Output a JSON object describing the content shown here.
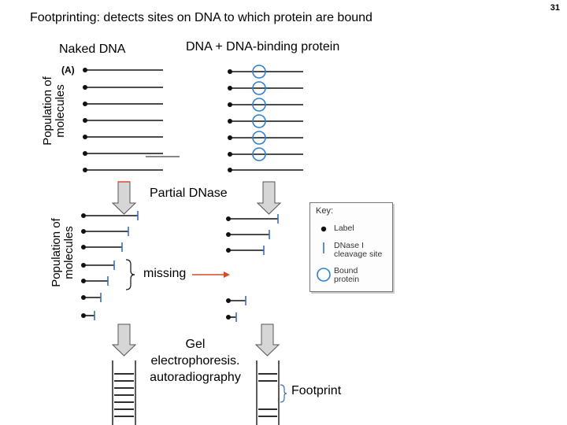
{
  "slide": {
    "title": "Footprinting:   detects sites on DNA to which protein are bound",
    "page_number": "31"
  },
  "figure": {
    "naked_dna_label": "Naked DNA",
    "dna_protein_label": "DNA + DNA-binding protein",
    "panel_label": "(A)",
    "y_axis_label_line1": "Population of",
    "y_axis_label_line2": "molecules",
    "partial_dnase_label": "Partial DNase",
    "missing_label": "missing",
    "gel_label_line1": "Gel",
    "gel_label_line2": "electrophoresis.",
    "gel_label_line3": "autoradiography",
    "footprint_label": "Footprint",
    "key": {
      "title": "Key:",
      "items": [
        {
          "icon": "dot-icon",
          "label_line1": "Label",
          "label_line2": ""
        },
        {
          "icon": "cleavage-tick-icon",
          "label_line1": "DNase I",
          "label_line2": "cleavage site"
        },
        {
          "icon": "circle-icon",
          "label_line1": "Bound",
          "label_line2": "protein"
        }
      ]
    },
    "colors": {
      "dna_line": "#111111",
      "cleavage_tick": "#3a6fb5",
      "bound_protein": "#2f7fd0",
      "arrow_to_missing": "#d64a2a"
    }
  }
}
